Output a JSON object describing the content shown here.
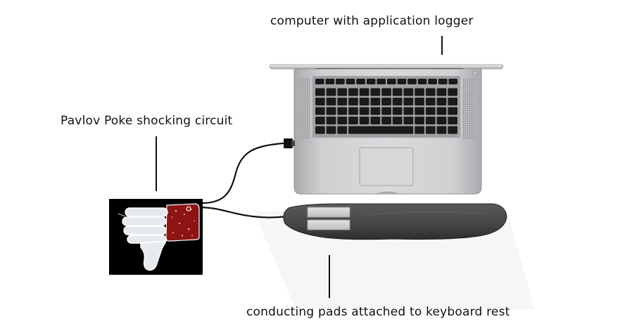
{
  "labels": {
    "computer": "computer with application logger",
    "circuit": "Pavlov Poke shocking circuit",
    "pads": "conducting pads attached to keyboard rest"
  },
  "icons": {
    "laptop": "laptop-icon",
    "circuit": "thumbs-down-icon",
    "wrist_rest": "wrist-rest-icon"
  },
  "colors": {
    "text": "#111111",
    "leader_line": "#111111",
    "wire": "#111111",
    "laptop_body": "#c9cacc",
    "keyboard": "#1a1a1a",
    "wrist_rest": "#4a4a4a",
    "pad": "#d4d4d4",
    "circuit_bg": "#000000",
    "thumb": "#e6eaee",
    "cuff": "#8e1414"
  }
}
